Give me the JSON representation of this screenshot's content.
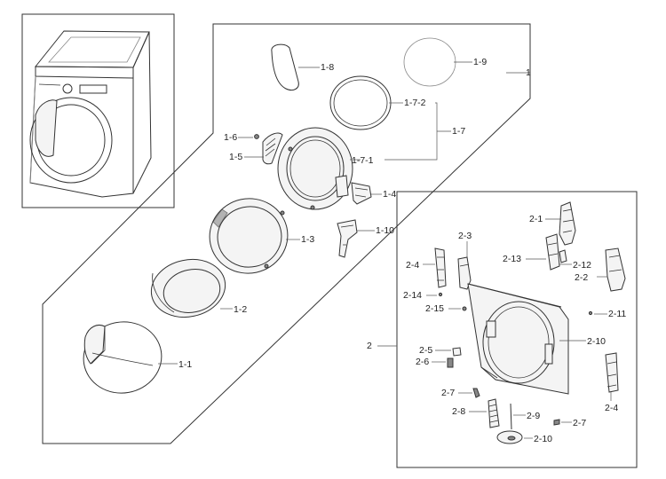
{
  "callouts": {
    "p1": "1",
    "p1_1": "1-1",
    "p1_2": "1-2",
    "p1_3": "1-3",
    "p1_4": "1-4",
    "p1_5": "1-5",
    "p1_6": "1-6",
    "p1_7": "1-7",
    "p1_7_1": "1-7-1",
    "p1_7_2": "1-7-2",
    "p1_8": "1-8",
    "p1_9": "1-9",
    "p1_10": "1-10",
    "p2": "2",
    "p2_1": "2-1",
    "p2_2": "2-2",
    "p2_3": "2-3",
    "p2_4a": "2-4",
    "p2_4b": "2-4",
    "p2_5": "2-5",
    "p2_6": "2-6",
    "p2_7a": "2-7",
    "p2_7b": "2-7",
    "p2_8": "2-8",
    "p2_9": "2-9",
    "p2_10a": "2-10",
    "p2_10b": "2-10",
    "p2_11": "2-11",
    "p2_12": "2-12",
    "p2_13": "2-13",
    "p2_14": "2-14",
    "p2_15": "2-15"
  },
  "colors": {
    "line": "#333333",
    "background": "#ffffff"
  }
}
